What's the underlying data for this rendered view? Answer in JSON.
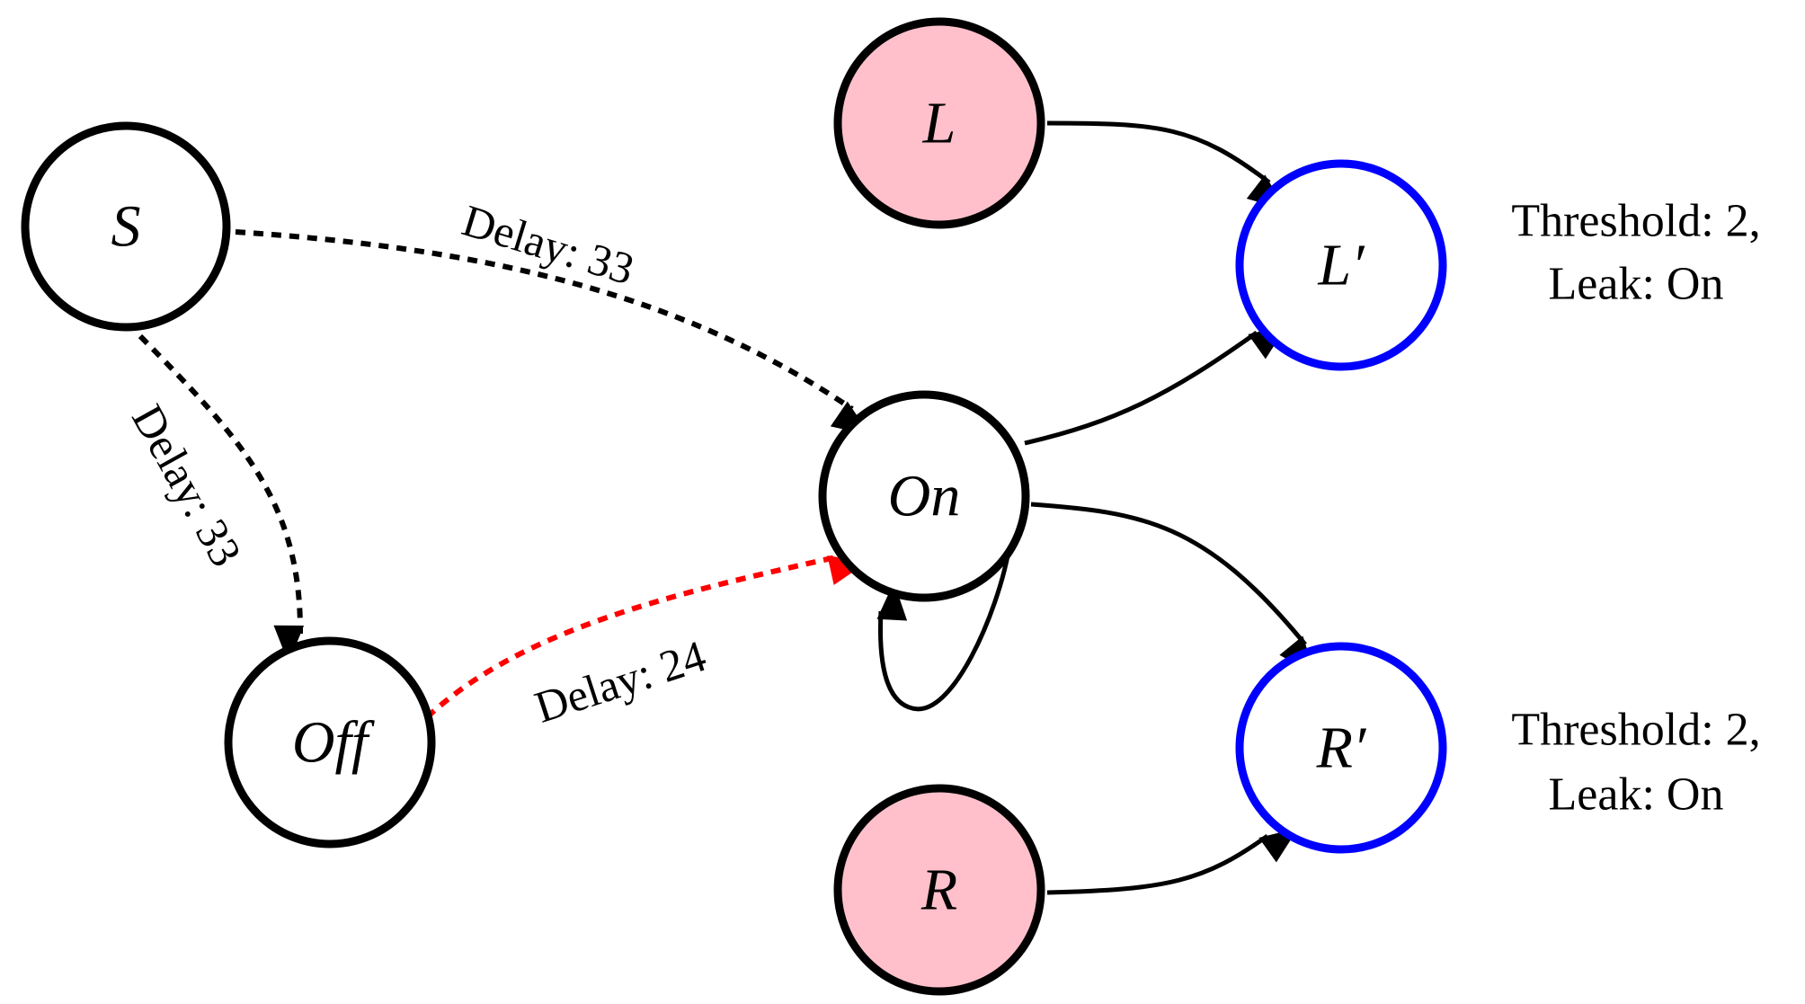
{
  "colors": {
    "node_stroke": "#000000",
    "input_fill": "#ffc0cb",
    "output_stroke": "#0000ff",
    "plain_fill": "#ffffff",
    "edge_default": "#000000",
    "edge_highlight": "#ff0000"
  },
  "nodes": {
    "S": {
      "label": "S",
      "kind": "plain"
    },
    "L": {
      "label": "L",
      "kind": "input"
    },
    "R": {
      "label": "R",
      "kind": "input"
    },
    "On": {
      "label": "On",
      "kind": "plain"
    },
    "Off": {
      "label": "Off",
      "kind": "plain"
    },
    "Lp": {
      "label": "L′",
      "kind": "output"
    },
    "Rp": {
      "label": "R′",
      "kind": "output"
    }
  },
  "edges": {
    "s_on": {
      "from": "S",
      "to": "On",
      "style": "dashed",
      "color": "black",
      "label": "Delay: 33"
    },
    "s_off": {
      "from": "S",
      "to": "Off",
      "style": "dashed",
      "color": "black",
      "label": "Delay: 33"
    },
    "off_on": {
      "from": "Off",
      "to": "On",
      "style": "dashed",
      "color": "red",
      "label": "Delay: 24"
    },
    "l_lp": {
      "from": "L",
      "to": "L′",
      "style": "solid",
      "color": "black",
      "label": ""
    },
    "on_lp": {
      "from": "On",
      "to": "L′",
      "style": "solid",
      "color": "black",
      "label": ""
    },
    "on_rp": {
      "from": "On",
      "to": "R′",
      "style": "solid",
      "color": "black",
      "label": ""
    },
    "r_rp": {
      "from": "R",
      "to": "R′",
      "style": "solid",
      "color": "black",
      "label": ""
    },
    "on_on": {
      "from": "On",
      "to": "On",
      "style": "solid",
      "color": "black",
      "label": ""
    }
  },
  "annotations": {
    "lp": {
      "line1": "Threshold: 2,",
      "line2": "Leak: On"
    },
    "rp": {
      "line1": "Threshold: 2,",
      "line2": "Leak: On"
    }
  }
}
